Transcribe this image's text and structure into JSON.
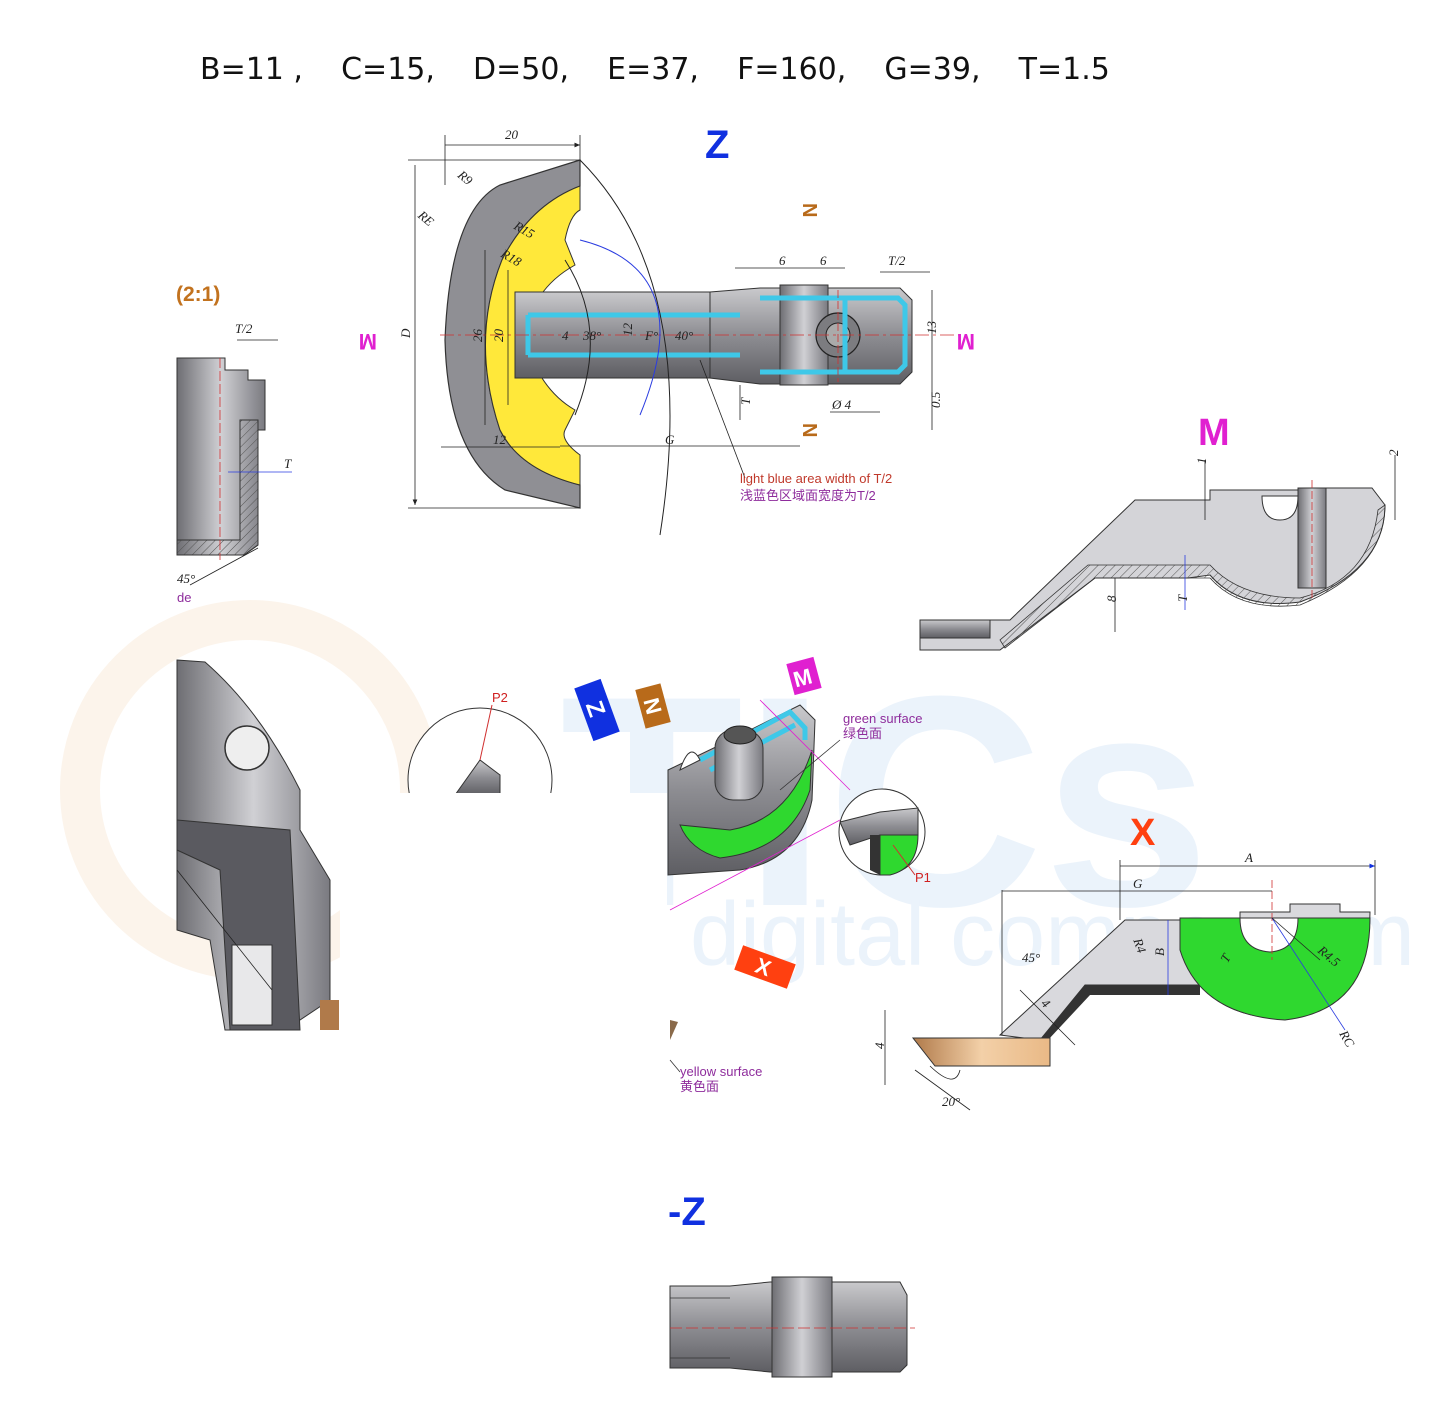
{
  "parameters": "B=11 ,    C=15,    D=50,    E=37,    F=160,    G=39,    T=1.5",
  "views": {
    "z": "Z",
    "m": "M",
    "x": "X",
    "n": "N",
    "scale": "(2:1)",
    "z_partial": "-Z"
  },
  "dims": {
    "d20": "20",
    "r9": "R9",
    "re": "RE",
    "r15": "R15",
    "r18": "R18",
    "d": "D",
    "d26": "26",
    "d20b": "20",
    "d4": "4",
    "a38": "38°",
    "d12": "12",
    "fdeg": "F°",
    "a40": "40°",
    "d12b": "12",
    "g": "G",
    "d6a": "6",
    "d6b": "6",
    "t2": "T/2",
    "d13": "13",
    "phi4": "Ø 4",
    "d05": "0.5",
    "t": "T",
    "t2_left": "T/2",
    "t_left": "T",
    "a45_left": "45°",
    "side_frag": "de",
    "m_d1": "1",
    "m_d2": "2",
    "m_d8": "8",
    "m_t": "T",
    "x_a": "A",
    "x_g": "G",
    "x_r4": "R4",
    "x_b": "B",
    "x_t": "T",
    "x_r45": "R4.5",
    "x_rc": "RC",
    "x_45": "45°",
    "x_4": "4",
    "x_4b": "4",
    "x_20": "20°"
  },
  "notes": {
    "blue_en": "light blue area width of T/2",
    "blue_cn": "浅蓝色区域面宽度为T/2",
    "green_en": "green surface",
    "green_cn": "绿色面",
    "yellow_en": "yellow surface",
    "yellow_cn": "黄色面",
    "p1": "P1",
    "p2": "P2"
  },
  "watermark": {
    "big": "TICs",
    "sub": "digital compe",
    "tail": "m"
  },
  "colors": {
    "view_z": "#1030e0",
    "view_m": "#e020d0",
    "view_x": "#ff4010",
    "view_n": "#b86a1a",
    "yellow": "#ffe83a",
    "green": "#2fd82f",
    "cyan": "#3ec8e8",
    "gray": "#8f8f94"
  }
}
